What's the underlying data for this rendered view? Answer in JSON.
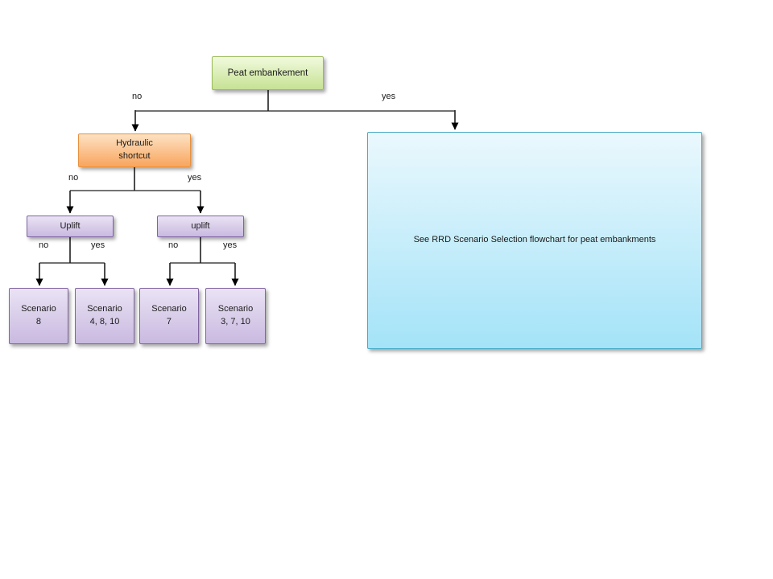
{
  "diagram": {
    "nodes": {
      "peat_embankment": "Peat embankement",
      "hydraulic_shortcut": "Hydraulic\nshortcut",
      "uplift_left": "Uplift",
      "uplift_right": "uplift",
      "scenario_8": "Scenario\n8",
      "scenario_4_8_10": "Scenario\n4, 8, 10",
      "scenario_7": "Scenario\n7",
      "scenario_3_7_10": "Scenario\n3, 7, 10",
      "see_rrd_note": "See RRD Scenario Selection flowchart for peat embankments"
    },
    "edge_labels": {
      "peat_no": "no",
      "peat_yes": "yes",
      "hydraulic_no": "no",
      "hydraulic_yes": "yes",
      "uplift_left_no": "no",
      "uplift_left_yes": "yes",
      "uplift_right_no": "no",
      "uplift_right_yes": "yes"
    },
    "colors": {
      "green_fill_top": "#f1fadd",
      "green_fill_bottom": "#c6e293",
      "green_border": "#9bbb59",
      "orange_fill_top": "#fde2c3",
      "orange_fill_bottom": "#f8a55d",
      "orange_border": "#e8913f",
      "purple_fill_top": "#eae3f4",
      "purple_fill_bottom": "#c9b9e0",
      "purple_border": "#8064a2",
      "cyan_fill_top": "#eaf8fd",
      "cyan_fill_bottom": "#a4e3f8",
      "cyan_border": "#4bacc6",
      "line_horizontal": "#737373",
      "line_vertical": "#1f1f1f",
      "arrowhead": "#000000"
    }
  }
}
